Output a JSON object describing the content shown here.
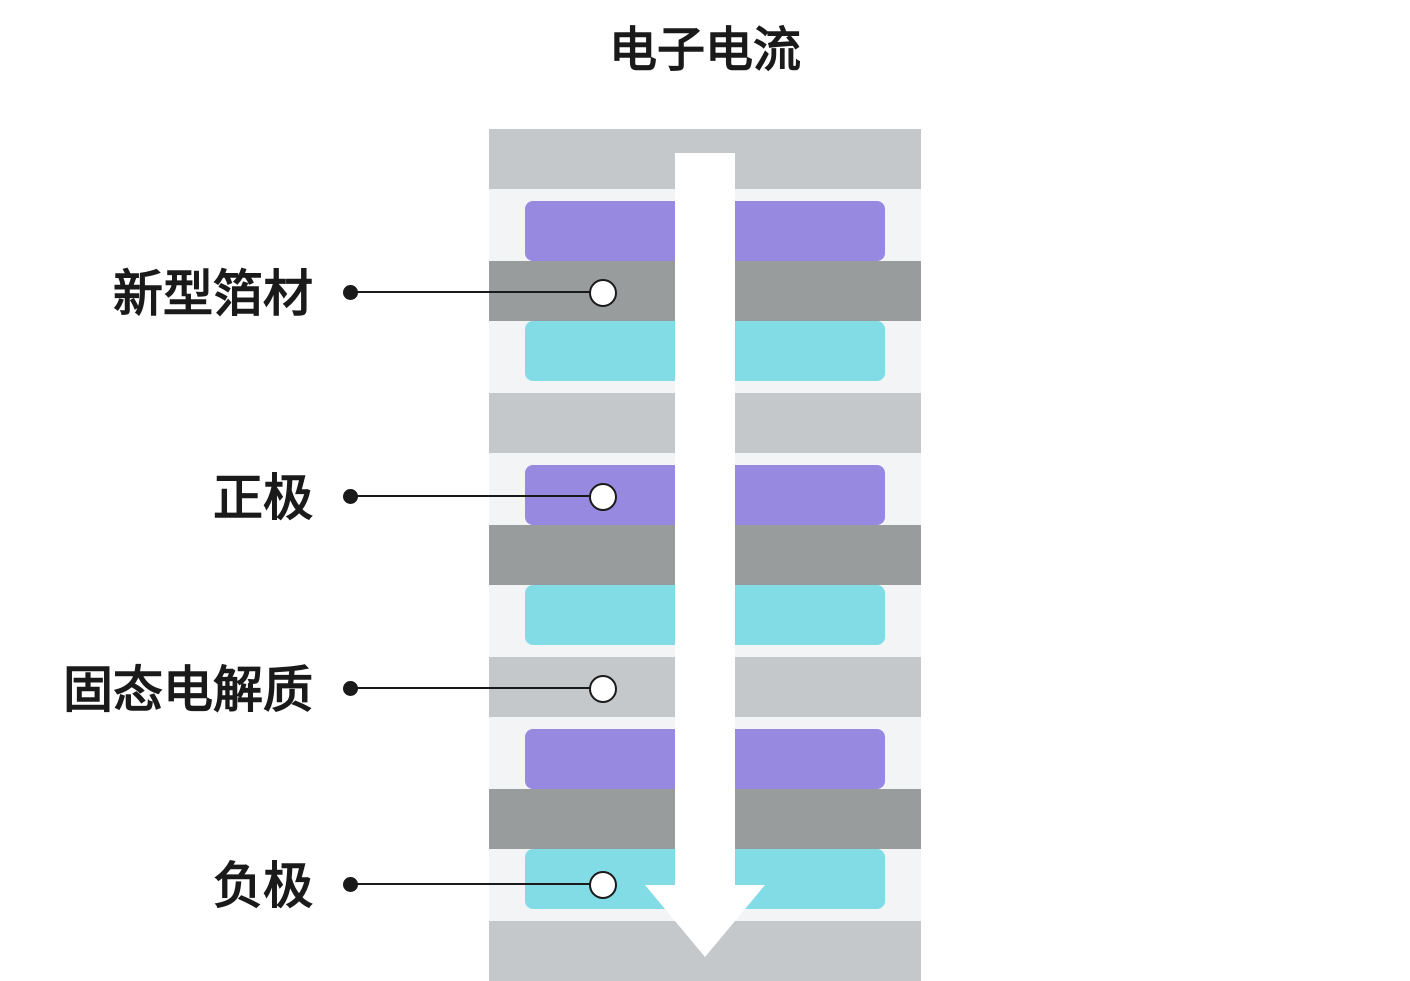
{
  "title": "电子电流",
  "labels": {
    "foil": "新型箔材",
    "cathode": "正极",
    "electrolyte": "固态电解质",
    "anode": "负极"
  },
  "colors": {
    "current_collector_light": "#c5c8cb",
    "background_layer": "#f3f4f6",
    "foil": "#999c9d",
    "cathode": "#9789e0",
    "anode": "#82dce5",
    "arrow": "#ffffff"
  }
}
